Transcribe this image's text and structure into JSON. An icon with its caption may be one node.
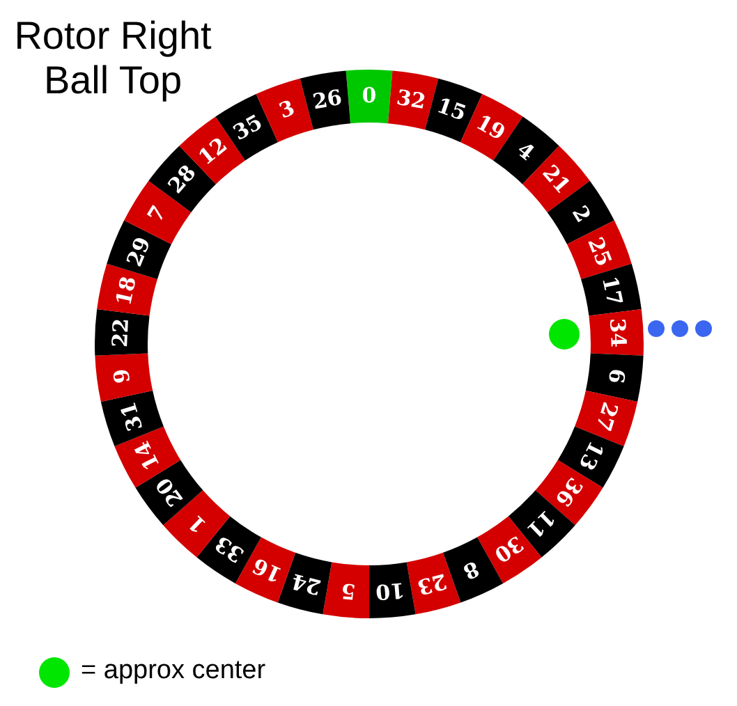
{
  "diagram": {
    "title": "Rotor Right Ball Top",
    "nodes": [
      {
        "text": [
          "0"
        ]
      },
      {
        "text": [
          "32"
        ]
      },
      {
        "text": [
          "15"
        ]
      },
      {
        "text": [
          "19"
        ]
      },
      {
        "text": [
          "4"
        ]
      },
      {
        "text": [
          "21"
        ]
      },
      {
        "text": [
          "2"
        ]
      },
      {
        "text": [
          "25"
        ]
      },
      {
        "text": [
          "17"
        ]
      },
      {
        "text": [
          "34"
        ]
      },
      {
        "text": [
          "6"
        ]
      },
      {
        "text": [
          "27"
        ]
      },
      {
        "text": [
          "13"
        ]
      },
      {
        "text": [
          "36"
        ]
      },
      {
        "text": [
          "11"
        ]
      },
      {
        "text": [
          "30"
        ]
      },
      {
        "text": [
          "8"
        ]
      },
      {
        "text": [
          "23"
        ]
      },
      {
        "text": [
          "10"
        ]
      },
      {
        "text": [
          "5"
        ]
      },
      {
        "text": [
          "24"
        ]
      },
      {
        "text": [
          "16"
        ]
      },
      {
        "text": [
          "33"
        ]
      },
      {
        "text": [
          "1"
        ]
      },
      {
        "text": [
          "20"
        ]
      },
      {
        "text": [
          "14"
        ]
      },
      {
        "text": [
          "31"
        ]
      },
      {
        "text": [
          "9"
        ]
      },
      {
        "text": [
          "22"
        ]
      },
      {
        "text": [
          "18"
        ]
      },
      {
        "text": [
          "29"
        ]
      },
      {
        "text": [
          "7"
        ]
      },
      {
        "text": [
          "28"
        ]
      },
      {
        "text": [
          "12"
        ]
      },
      {
        "text": [
          "35"
        ]
      },
      {
        "text": [
          "3"
        ]
      },
      {
        "text": [
          "26"
        ]
      }
    ],
    "legend": [
      {
        "text": "= approx center",
        "color": "#00e600"
      }
    ]
  }
}
